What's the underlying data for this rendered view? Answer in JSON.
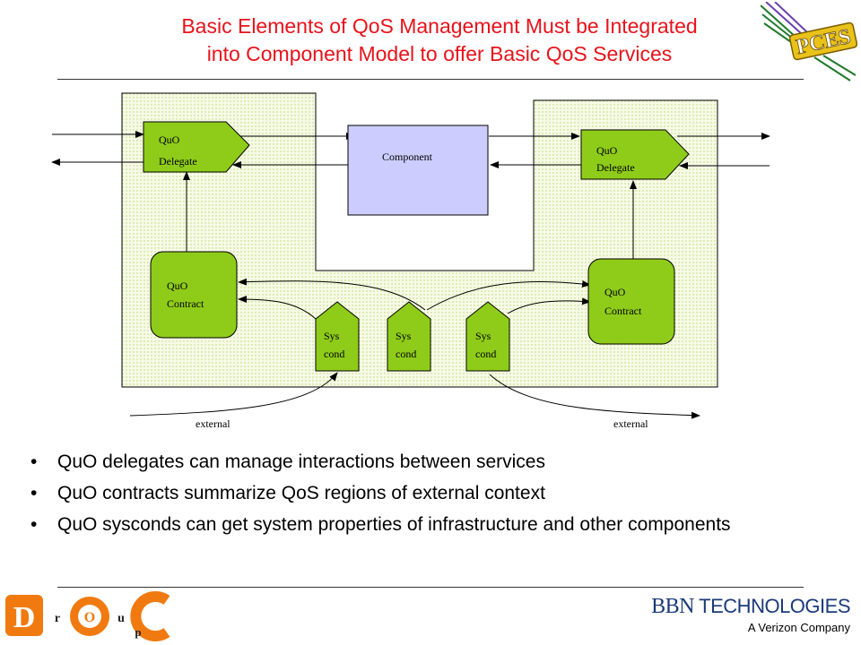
{
  "title": {
    "line1": "Basic Elements of QoS Management Must be Integrated",
    "line2": "into Component Model to offer Basic QoS Services"
  },
  "diagram": {
    "left_delegate": [
      "QuO",
      "Delegate"
    ],
    "right_delegate": [
      "QuO",
      "Delegate"
    ],
    "component": "Component",
    "left_contract": [
      "QuO",
      "Contract"
    ],
    "right_contract": [
      "QuO",
      "Contract"
    ],
    "sysconds": [
      [
        "Sys",
        "cond"
      ],
      [
        "Sys",
        "cond"
      ],
      [
        "Sys",
        "cond"
      ]
    ],
    "external_left": "external",
    "external_right": "external"
  },
  "bullets": [
    "QuO delegates can manage interactions between services",
    "QuO contracts summarize QoS regions of external context",
    "QuO sysconds can get system properties of infrastructure and other components"
  ],
  "logos": {
    "pces": "PCES",
    "doc_letters": [
      "D",
      "r",
      "O",
      "u",
      "C",
      "p"
    ],
    "bbn_main_1": "BBN",
    "bbn_main_2": " TECHNOLOGIES",
    "bbn_sub": "A Verizon Company"
  },
  "colors": {
    "title": "#e8121b",
    "quo_green": "#8fcc1a",
    "component_fill": "#ccccff",
    "container_fill": "#f3f8dc"
  }
}
